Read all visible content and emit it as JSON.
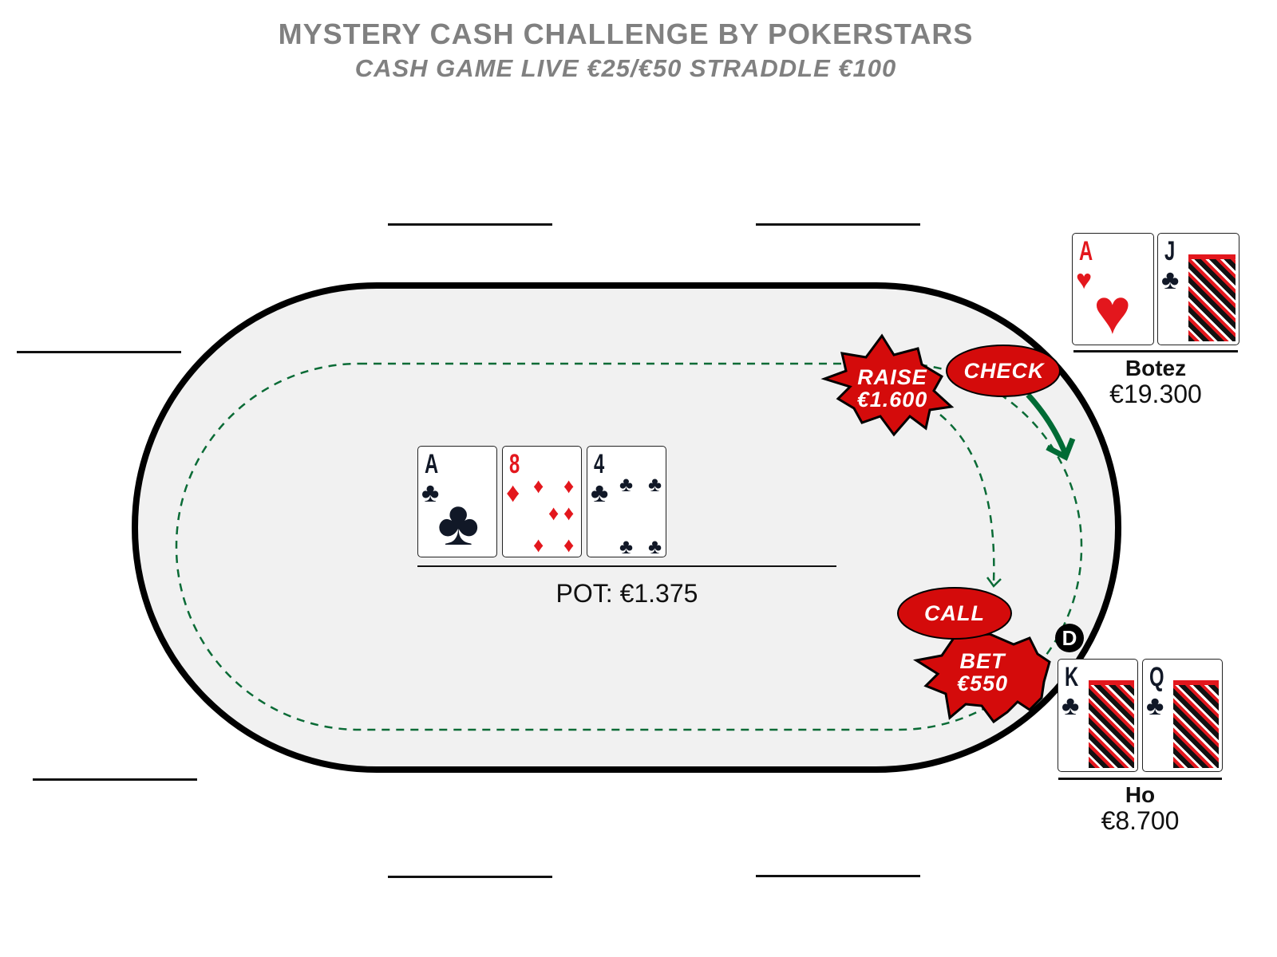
{
  "header": {
    "title": "MYSTERY CASH CHALLENGE BY POKERSTARS",
    "subtitle": "CASH GAME LIVE €25/€50 STRADDLE €100"
  },
  "board": {
    "cards": [
      {
        "rank": "A",
        "suit": "♣",
        "color": "#111827"
      },
      {
        "rank": "8",
        "suit": "♦",
        "color": "#e3171d"
      },
      {
        "rank": "4",
        "suit": "♣",
        "color": "#111827"
      }
    ],
    "pot_label": "POT: €1.375"
  },
  "players": [
    {
      "name": "Botez",
      "stack": "€19.300",
      "cards": [
        {
          "rank": "A",
          "suit": "♥"
        },
        {
          "rank": "J",
          "suit": "♣"
        }
      ]
    },
    {
      "name": "Ho",
      "stack": "€8.700",
      "cards": [
        {
          "rank": "K",
          "suit": "♣"
        },
        {
          "rank": "Q",
          "suit": "♣"
        }
      ]
    }
  ],
  "actions": {
    "check": "CHECK",
    "raise_line1": "RAISE",
    "raise_line2": "€1.600",
    "call": "CALL",
    "bet_line1": "BET",
    "bet_line2": "€550"
  },
  "dealer_button": "D",
  "colors": {
    "table": "#f1f1f1",
    "action_red": "#d40b0b",
    "arrow_green": "#006b35",
    "title_gray": "#808080"
  }
}
